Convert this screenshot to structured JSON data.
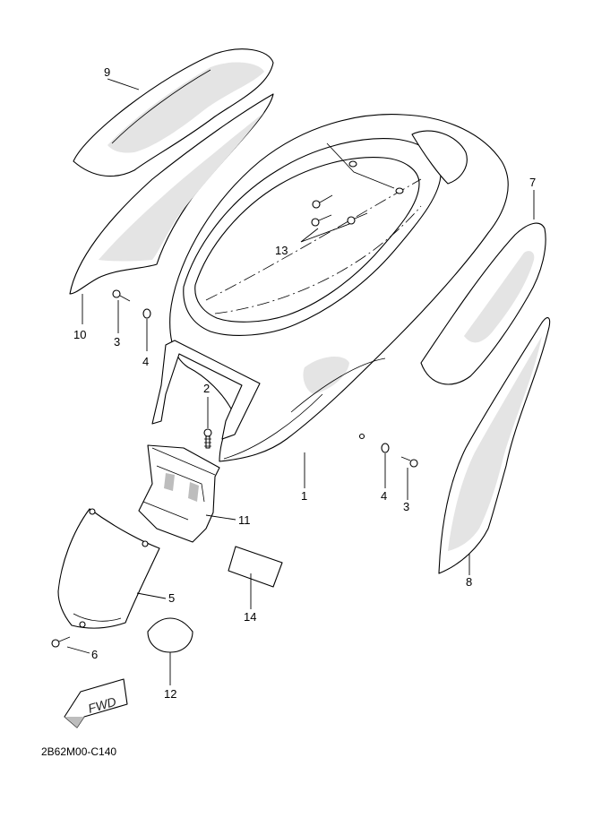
{
  "drawing_code": "2B62M00-C140",
  "fwd_label": "FWD",
  "callouts": {
    "c1": "1",
    "c2": "2",
    "c3a": "3",
    "c3b": "3",
    "c4a": "4",
    "c4b": "4",
    "c5": "5",
    "c6": "6",
    "c7": "7",
    "c8": "8",
    "c9": "9",
    "c10": "10",
    "c11": "11",
    "c12": "12",
    "c13": "13",
    "c14": "14"
  }
}
